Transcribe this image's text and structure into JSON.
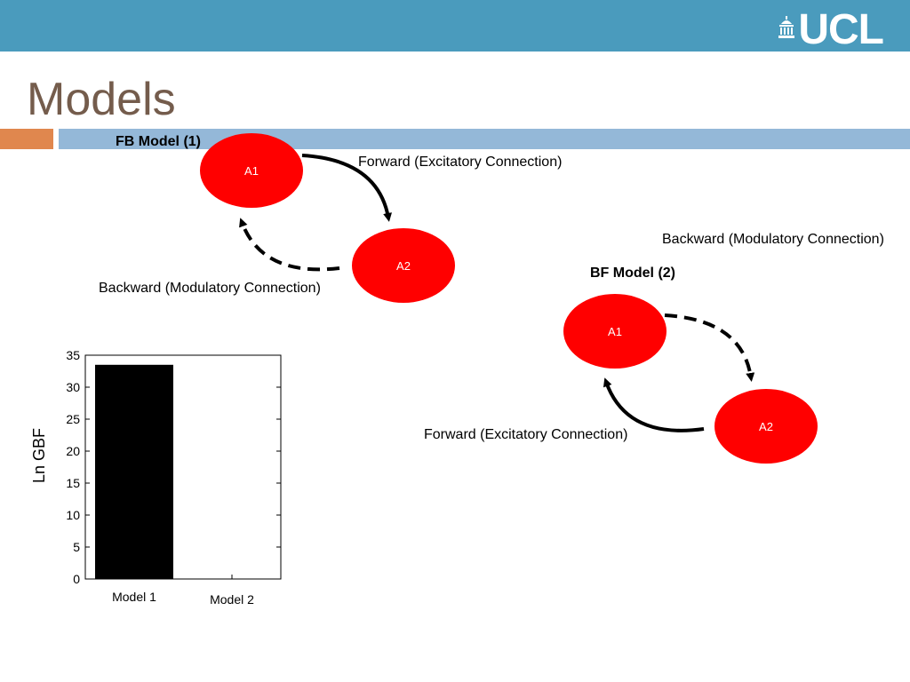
{
  "logo": {
    "text": "UCL",
    "brand_color": "#4a9bbd"
  },
  "slide": {
    "title": "Models"
  },
  "colors": {
    "node_fill": "#ff0000",
    "title": "#745c4c",
    "accent_orange": "#e0874e",
    "accent_blue": "#94b8d8"
  },
  "fb_model": {
    "title": "FB Model (1)",
    "nodes": [
      "A1",
      "A2"
    ],
    "forward_label": "Forward (Excitatory Connection)",
    "backward_label": "Backward (Modulatory Connection)"
  },
  "bf_model": {
    "title": "BF Model (2)",
    "nodes": [
      "A1",
      "A2"
    ],
    "forward_label": "Forward (Excitatory Connection)",
    "backward_label": "Backward (Modulatory Connection)"
  },
  "chart_data": {
    "type": "bar",
    "categories": [
      "Model 1",
      "Model 2"
    ],
    "values": [
      33.5,
      0
    ],
    "ylabel": "Ln GBF",
    "xlabel": "",
    "ylim": [
      0,
      35
    ],
    "yticks": [
      0,
      5,
      10,
      15,
      20,
      25,
      30,
      35
    ],
    "bar_color": "#000000"
  }
}
